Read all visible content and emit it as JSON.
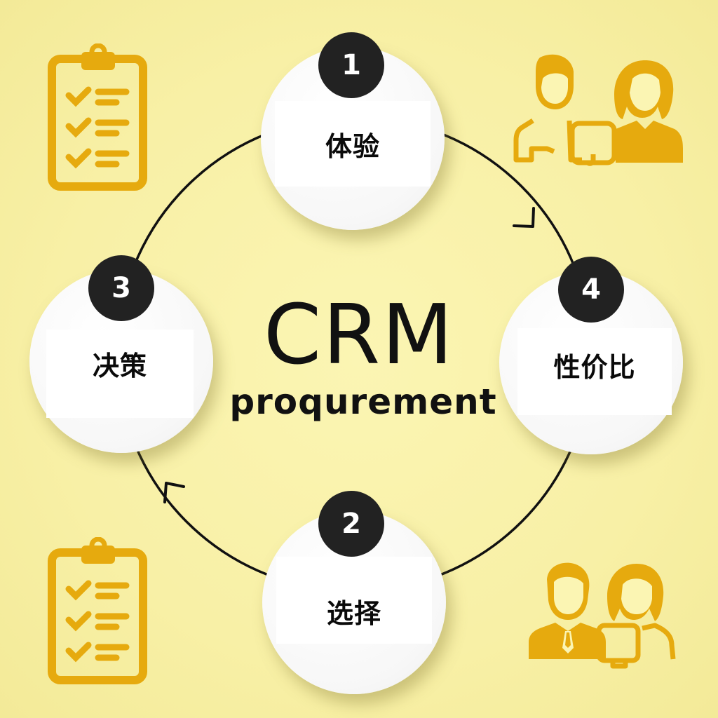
{
  "diagram": {
    "title": "CRM",
    "subtitle": "proqurement",
    "steps": [
      {
        "number": "1",
        "label": "体验"
      },
      {
        "number": "2",
        "label": "选择"
      },
      {
        "number": "3",
        "label": "决策"
      },
      {
        "number": "4",
        "label": "性价比"
      }
    ],
    "icons": {
      "top_left": "clipboard-checklist-icon",
      "bottom_left": "clipboard-checklist-icon",
      "top_right": "two-people-with-tablet-icon",
      "bottom_right": "businesspeople-with-tablet-icon"
    },
    "colors": {
      "background": "#f8f0a6",
      "icon": "#e6aa0e",
      "badge": "#222222",
      "node": "#ffffff",
      "text": "#111111"
    }
  }
}
